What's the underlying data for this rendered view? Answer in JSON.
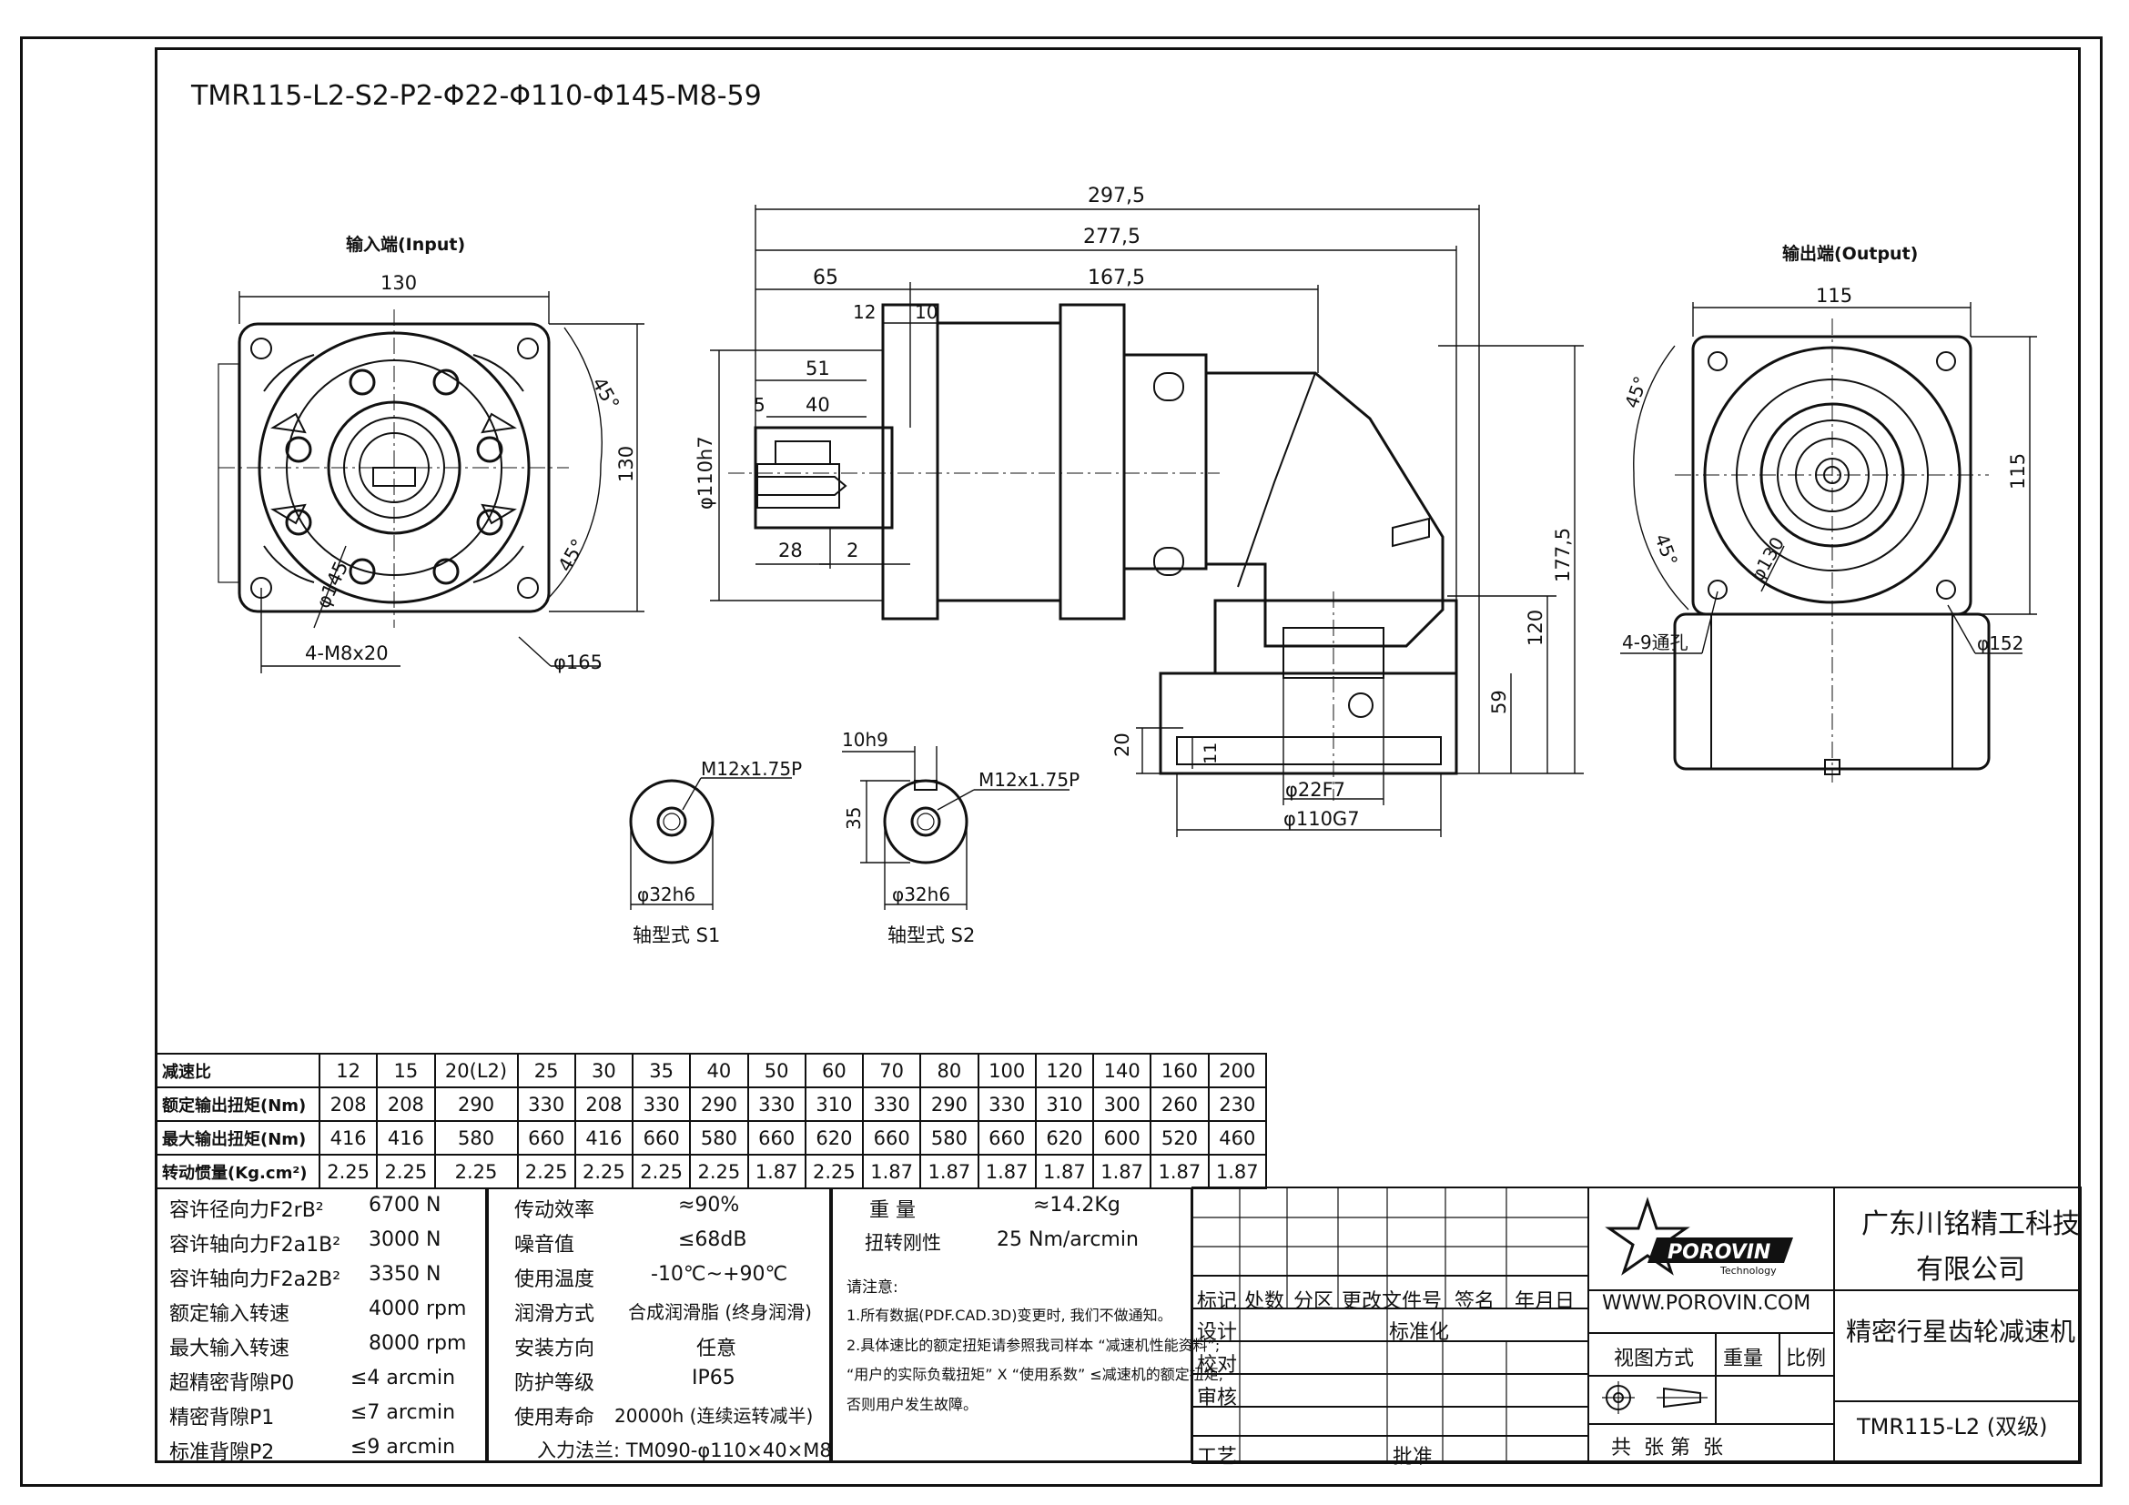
{
  "title_model": "TMR115-L2-S2-P2-Φ22-Φ110-Φ145-M8-59",
  "views": {
    "input_label": "输入端(Input)",
    "output_label": "输出端(Output)"
  },
  "dims": {
    "d297": "297,5",
    "d277": "277,5",
    "d167": "167,5",
    "d65": "65",
    "d12": "12",
    "d10": "10",
    "d51": "51",
    "d5": "5",
    "d40": "40",
    "d28": "28",
    "d2": "2",
    "d110h7": "φ110h7",
    "d177": "177,5",
    "d120": "120",
    "d59": "59",
    "d20": "20",
    "d11": "11",
    "d22f7": "φ22F7",
    "d110g7": "φ110G7",
    "in130w": "130",
    "in130h": "130",
    "in45a": "45°",
    "in45b": "45°",
    "in145": "φ145",
    "inM8": "4-M8x20",
    "in165": "φ165",
    "out115w": "115",
    "out115h": "115",
    "out45a": "45°",
    "out45b": "45°",
    "out130": "φ130",
    "out9": "4-9通孔",
    "out152": "φ152",
    "s1_thread": "M12x1.75P",
    "s1_dia": "φ32h6",
    "s1_label": "轴型式 S1",
    "s2_key": "10h9",
    "s2_35": "35",
    "s2_thread": "M12x1.75P",
    "s2_dia": "φ32h6",
    "s2_label": "轴型式 S2"
  },
  "spec": {
    "headers": [
      "减速比",
      "12",
      "15",
      "20(L2)",
      "25",
      "30",
      "35",
      "40",
      "50",
      "60",
      "70",
      "80",
      "100",
      "120",
      "140",
      "160",
      "200"
    ],
    "rows": [
      [
        "额定输出扭矩(Nm)",
        "208",
        "208",
        "290",
        "330",
        "208",
        "330",
        "290",
        "330",
        "310",
        "330",
        "290",
        "330",
        "310",
        "300",
        "260",
        "230"
      ],
      [
        "最大输出扭矩(Nm)",
        "416",
        "416",
        "580",
        "660",
        "416",
        "660",
        "580",
        "660",
        "620",
        "660",
        "580",
        "660",
        "620",
        "600",
        "520",
        "460"
      ],
      [
        "转动惯量(Kg.cm²)",
        "2.25",
        "2.25",
        "2.25",
        "2.25",
        "2.25",
        "2.25",
        "2.25",
        "1.87",
        "2.25",
        "1.87",
        "1.87",
        "1.87",
        "1.87",
        "1.87",
        "1.87",
        "1.87"
      ]
    ]
  },
  "params": {
    "left": [
      [
        "容许径向力F2rB²",
        "6700 N"
      ],
      [
        "容许轴向力F2a1B²",
        "3000 N"
      ],
      [
        "容许轴向力F2a2B²",
        "3350 N"
      ],
      [
        "额定输入转速",
        "4000 rpm"
      ],
      [
        "最大输入转速",
        "8000 rpm"
      ],
      [
        "超精密背隙P0",
        "≤4 arcmin"
      ],
      [
        "精密背隙P1",
        "≤7 arcmin"
      ],
      [
        "标准背隙P2",
        "≤9 arcmin"
      ]
    ],
    "mid": [
      [
        "传动效率",
        "≈90%"
      ],
      [
        "噪音值",
        "≤68dB"
      ],
      [
        "使用温度",
        "-10℃~+90℃"
      ],
      [
        "润滑方式",
        "合成润滑脂 (终身润滑)"
      ],
      [
        "安装方向",
        "任意"
      ],
      [
        "防护等级",
        "IP65"
      ],
      [
        "使用寿命",
        "20000h (连续运转减半)"
      ]
    ],
    "flange": "入力法兰: TM090-φ110×40×M8",
    "weight_label": "重 量",
    "weight_value": "≈14.2Kg",
    "stiff_label": "扭转刚性",
    "stiff_value": "25 Nm/arcmin"
  },
  "notes": {
    "title": "请注意:",
    "line1": "1.所有数据(PDF.CAD.3D)变更时, 我们不做通知。",
    "line2": "2.具体速比的额定扭矩请参照我司样本 “减速机性能资料”;",
    "line3": "“用户的实际负载扭矩” X “使用系数” ≤减速机的额定扭矩,",
    "line4": "否则用户发生故障。"
  },
  "title_block": {
    "rev_headers": [
      "标记",
      "处数",
      "分区",
      "更改文件号",
      "签名",
      "年月日"
    ],
    "design": "设计",
    "standard": "标准化",
    "check": "校对",
    "review": "审核",
    "process": "工艺",
    "approve": "批准",
    "logo_text": "POROVIN",
    "logo_sub": "Technology",
    "website": "WWW.POROVIN.COM",
    "view_method": "视图方式",
    "weight": "重量",
    "scale": "比例",
    "sheets": "共  张 第  张",
    "company1": "广东川铭精工科技",
    "company2": "有限公司",
    "product": "精密行星齿轮减速机",
    "model": "TMR115-L2 (双级)"
  }
}
